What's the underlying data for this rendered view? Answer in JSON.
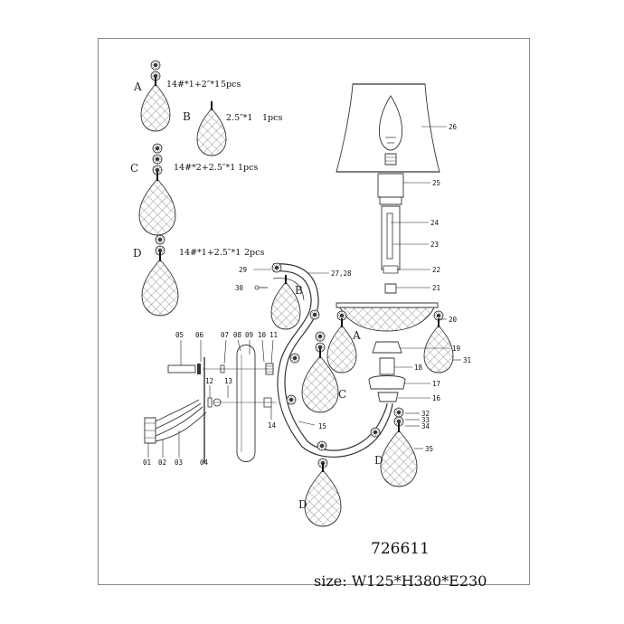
{
  "legend": {
    "a": {
      "letter": "A",
      "spec": "14#*1+2″*1",
      "qty": "5pcs"
    },
    "b": {
      "letter": "B",
      "spec": "2.5″*1",
      "qty": "1pcs"
    },
    "c": {
      "letter": "C",
      "spec": "14#*2+2.5″*1",
      "qty": "1pcs"
    },
    "d": {
      "letter": "D",
      "spec": "14#*1+2.5″*1",
      "qty": "2pcs"
    }
  },
  "part_numbers": {
    "p01": "01",
    "p02": "02",
    "p03": "03",
    "p04": "04",
    "p05": "05",
    "p06": "06",
    "p07": "07",
    "p08": "08",
    "p09": "09",
    "p10": "10",
    "p11": "11",
    "p12": "12",
    "p13": "13",
    "p14": "14",
    "p15": "15",
    "p16": "16",
    "p17": "17",
    "p18": "18",
    "p19": "19",
    "p20": "20",
    "p21": "21",
    "p22": "22",
    "p23": "23",
    "p24": "24",
    "p25": "25",
    "p26": "26",
    "p27_28": "27,28",
    "p29": "29",
    "p30": "30",
    "p31": "31",
    "p32": "32",
    "p33": "33",
    "p34": "34",
    "p35": "35"
  },
  "crystal_tags": {
    "b": "B",
    "a": "A",
    "c": "C",
    "d1": "D",
    "d2": "D"
  },
  "model_number": "726611",
  "size_text": "size: W125*H380*E230"
}
